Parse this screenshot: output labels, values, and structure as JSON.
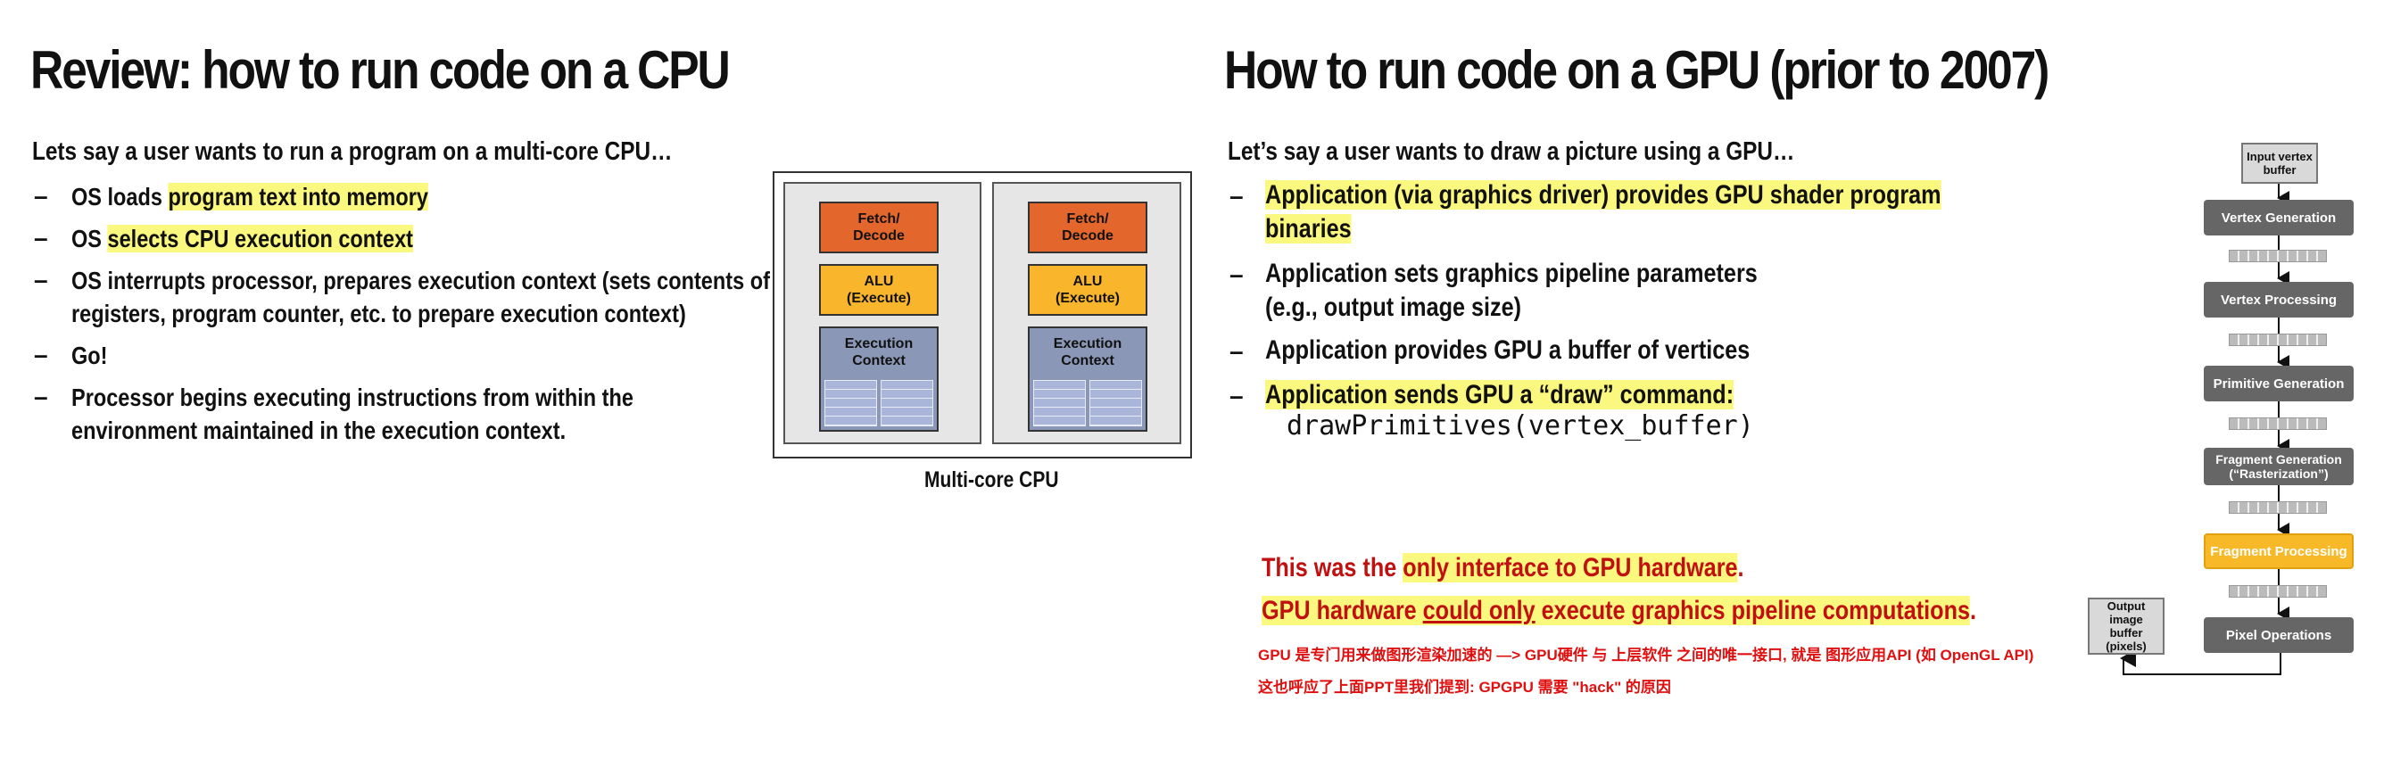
{
  "left": {
    "title": "Review: how to run code on a CPU",
    "intro": "Lets say a user wants to run a program on a multi-core CPU…",
    "bullets": [
      {
        "pre": "OS loads ",
        "hl": "program text into memory",
        "post": ""
      },
      {
        "pre": "OS ",
        "hl": "selects CPU execution context",
        "post": ""
      },
      {
        "line1": "OS interrupts processor, prepares execution context (sets contents of",
        "line2": "registers, program counter, etc. to prepare execution context)"
      },
      {
        "text": "Go!"
      },
      {
        "line1": "Processor begins executing instructions from within the",
        "line2": "environment maintained in the execution context."
      }
    ],
    "dash": "–"
  },
  "cpu_diagram": {
    "caption": "Multi-core CPU",
    "fetch_line1": "Fetch/",
    "fetch_line2": "Decode",
    "alu_line1": "ALU",
    "alu_line2": "(Execute)",
    "ctx_line1": "Execution",
    "ctx_line2": "Context",
    "colors": {
      "fetch": "#e3672d",
      "alu": "#f9b52b",
      "context": "#8b97b6"
    }
  },
  "right": {
    "title": "How to run code on a GPU (prior to 2007)",
    "intro": "Let’s say a user wants to draw a picture using a GPU…",
    "b1_line1": "Application (via graphics driver) provides GPU shader program",
    "b1_line2": "binaries",
    "b2_line1": "Application sets graphics pipeline parameters",
    "b2_line2": "(e.g., output image size)",
    "b3": "Application provides GPU a buffer of vertices",
    "b4": "Application sends GPU a “draw” command:",
    "code": "drawPrimitives(vertex_buffer)",
    "note1_pre": "This was the ",
    "note1_hl": "only interface to GPU hardware",
    "note1_post": ".",
    "note2_pre": "GPU hardware ",
    "note2_ul": "could only",
    "note2_post": " execute graphics pipeline computations",
    "note2_end": ".",
    "cn1": "GPU 是专门用来做图形渲染加速的 —> GPU硬件 与 上层软件 之间的唯一接口, 就是 图形应用API (如 OpenGL API)",
    "cn2": "这也呼应了上面PPT里我们提到: GPGPU 需要 \"hack\" 的原因"
  },
  "pipeline": {
    "input_line1": "Input vertex",
    "input_line2": "buffer",
    "stages": [
      "Vertex Generation",
      "Vertex Processing",
      "Primitive Generation",
      "Fragment Generation",
      "Fragment Processing",
      "Pixel Operations"
    ],
    "fraggen_sub": "(“Rasterization”)",
    "output_line1": "Output image",
    "output_line2": "buffer",
    "output_line3": "(pixels)",
    "colors": {
      "stage": "#666666",
      "active": "#f7b928"
    }
  }
}
